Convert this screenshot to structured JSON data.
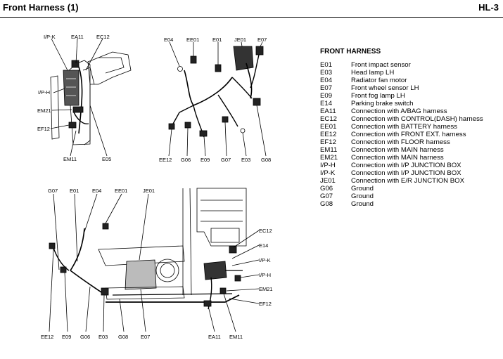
{
  "header": {
    "title": "Front Harness (1)",
    "page": "HL-3"
  },
  "legend": {
    "title": "FRONT HARNESS",
    "items": [
      {
        "code": "E01",
        "desc": "Front impact sensor"
      },
      {
        "code": "E03",
        "desc": "Head lamp LH"
      },
      {
        "code": "E04",
        "desc": "Radiator fan motor"
      },
      {
        "code": "E07",
        "desc": "Front wheel sensor LH"
      },
      {
        "code": "E09",
        "desc": "Front fog lamp LH"
      },
      {
        "code": "E14",
        "desc": "Parking brake switch"
      },
      {
        "code": "EA11",
        "desc": "Connection with A/BAG harness"
      },
      {
        "code": "EC12",
        "desc": "Connection with CONTROL(DASH) harness"
      },
      {
        "code": "EE01",
        "desc": "Connection with BATTERY harness"
      },
      {
        "code": "EE12",
        "desc": "Connection with FRONT EXT. harness"
      },
      {
        "code": "EF12",
        "desc": "Connection with FLOOR harness"
      },
      {
        "code": "EM11",
        "desc": "Connection with MAIN harness"
      },
      {
        "code": "EM21",
        "desc": "Connection with MAIN harness"
      },
      {
        "code": "I/P-H",
        "desc": "Connection with I/P JUNCTION BOX"
      },
      {
        "code": "I/P-K",
        "desc": "Connection with I/P JUNCTION BOX"
      },
      {
        "code": "JE01",
        "desc": "Connection with E/R JUNCTION BOX"
      },
      {
        "code": "G06",
        "desc": "Ground"
      },
      {
        "code": "G07",
        "desc": "Ground"
      },
      {
        "code": "G08",
        "desc": "Ground"
      }
    ]
  },
  "callouts": {
    "d1_ipk": "I/P-K",
    "d1_ea11": "EA11",
    "d1_ec12": "EC12",
    "d1_iph": "I/P-H",
    "d1_em21": "EM21",
    "d1_ef12": "EF12",
    "d1_em11": "EM11",
    "d1_e05": "E05",
    "d2_e04": "E04",
    "d2_ee01": "EE01",
    "d2_e01": "E01",
    "d2_je01": "JE01",
    "d2_e07": "E07",
    "d2_ee12": "EE12",
    "d2_g06": "G06",
    "d2_e09": "E09",
    "d2_g07": "G07",
    "d2_e03": "E03",
    "d2_g08": "G08",
    "d3_g07": "G07",
    "d3_e01": "E01",
    "d3_e04": "E04",
    "d3_ee01": "EE01",
    "d3_je01": "JE01",
    "d3_ec12": "EC12",
    "d3_e14": "E14",
    "d3_ipk": "I/P-K",
    "d3_iph": "I/P-H",
    "d3_em21": "EM21",
    "d3_ef12": "EF12",
    "d3_ee12": "EE12",
    "d3_e09": "E09",
    "d3_g06": "G06",
    "d3_e03": "E03",
    "d3_g08": "G08",
    "d3_e07": "E07",
    "d3_ea11": "EA11",
    "d3_em11": "EM11"
  }
}
